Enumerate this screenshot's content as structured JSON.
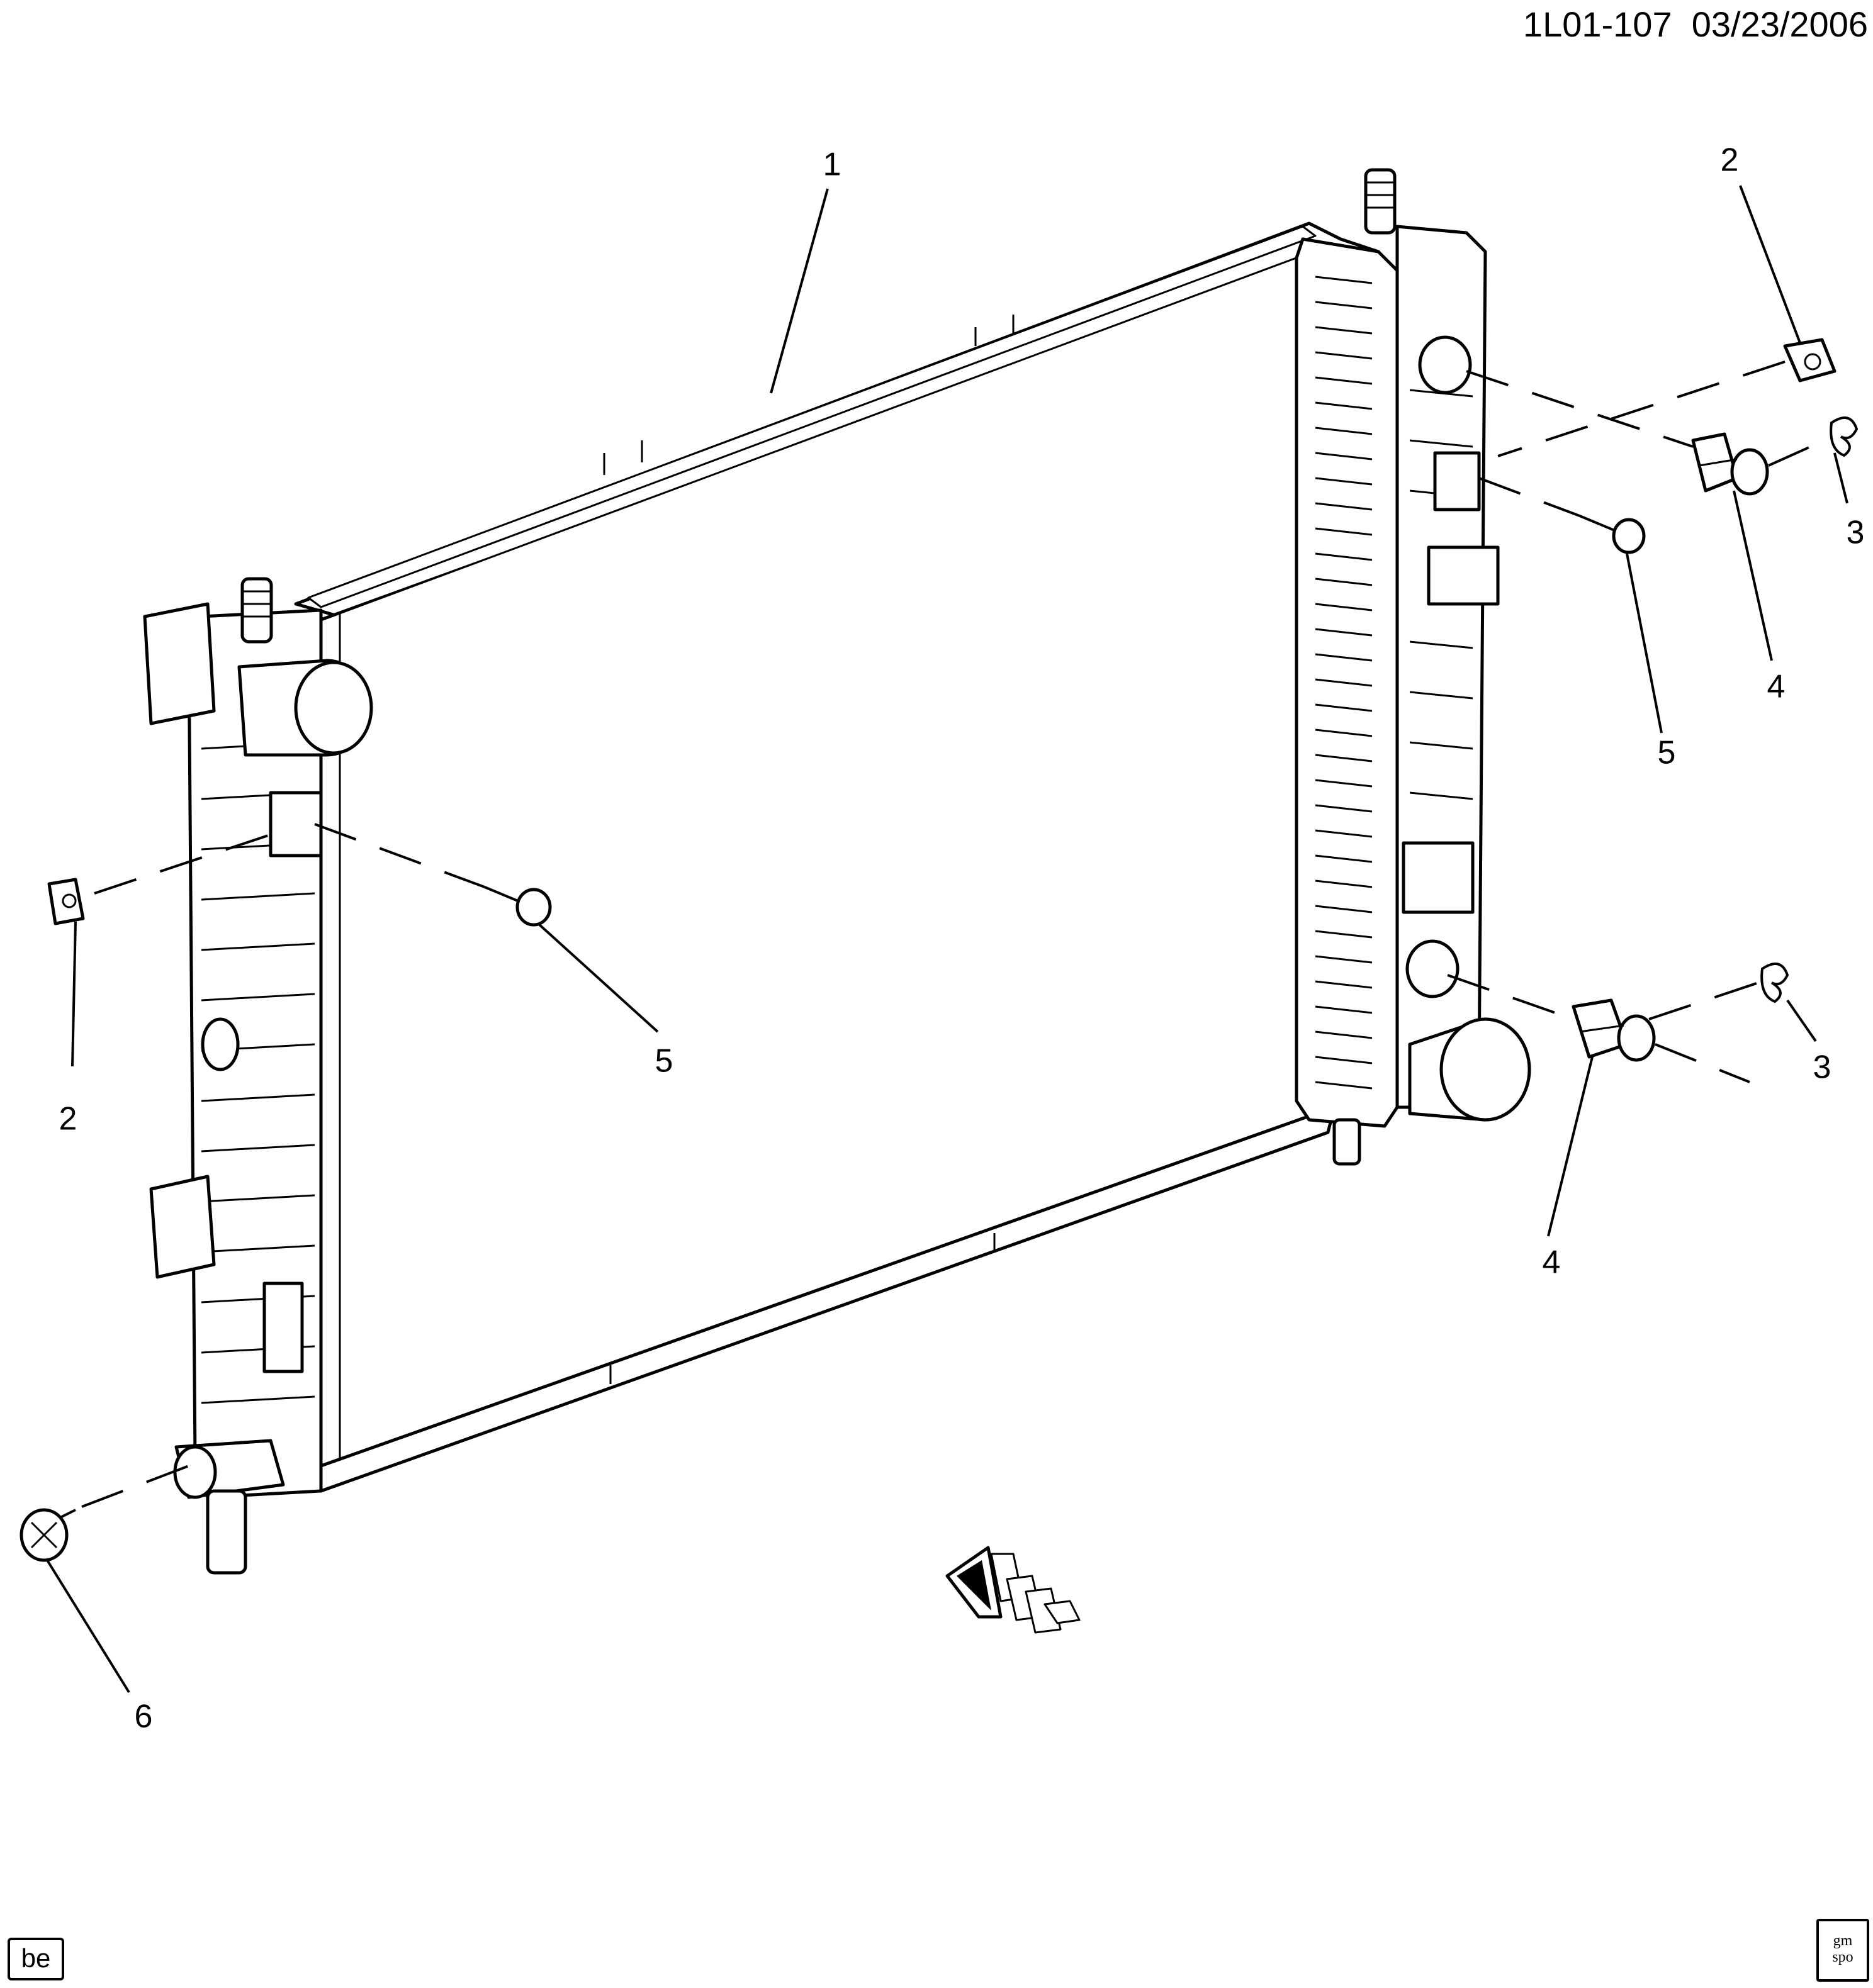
{
  "header": {
    "diagram_code": "1L01-107",
    "date": "03/23/2006"
  },
  "callouts": {
    "c1": "1",
    "c2_right": "2",
    "c3_right_top": "3",
    "c4_right_top": "4",
    "c5_right": "5",
    "c2_left": "2",
    "c5_center": "5",
    "c3_right_bottom": "3",
    "c4_right_bottom": "4",
    "c6": "6"
  },
  "footer": {
    "badge": "be",
    "logo_text_top": "gm",
    "logo_text_bottom": "spo"
  },
  "icons": [
    "front-arrow-icon",
    "gm-spo-logo-icon"
  ]
}
